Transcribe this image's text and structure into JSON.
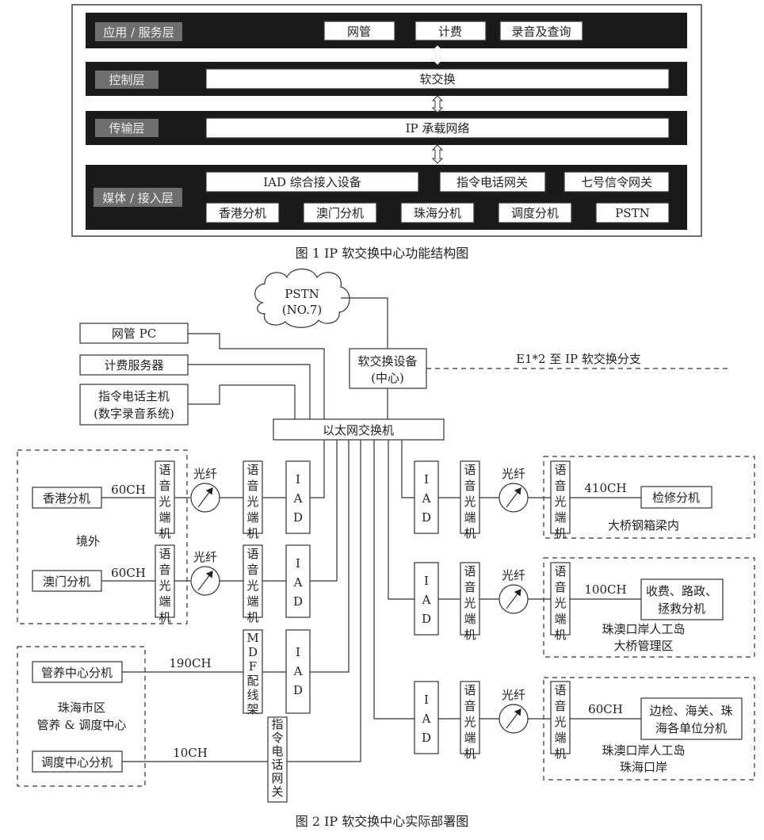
{
  "fig1": {
    "caption": "图 1   IP 软交换中心功能结构图",
    "layers": [
      {
        "label": "应用 / 服务层",
        "boxes": [
          "网管",
          "计费",
          "录音及查询"
        ]
      },
      {
        "label": "控制层",
        "boxes": [
          "软交换"
        ]
      },
      {
        "label": "传输层",
        "boxes": [
          "IP 承载网络"
        ]
      },
      {
        "label": "媒体 / 接入层",
        "boxes": [
          "IAD 综合接入设备",
          "指令电话网关",
          "七号信令网关",
          "香港分机",
          "澳门分机",
          "珠海分机",
          "调度分机",
          "PSTN"
        ]
      }
    ]
  },
  "fig2": {
    "caption": "图 2   IP 软交换中心实际部署图",
    "pstn": [
      "PSTN",
      "(NO.7)"
    ],
    "softswitch": [
      "软交换设备",
      "(中心)"
    ],
    "e1_label": "E1*2 至 IP 软交换分支",
    "wangguan_pc": "网管 PC",
    "billing_server": "计费服务器",
    "command_host": [
      "指令电话主机",
      "(数字录音系统)"
    ],
    "ethernet_switch": "以太网交换机",
    "voice_terminal": "语音光端机",
    "iad": "IAD",
    "fiber": "光纤",
    "mdf": "MDF配线架",
    "cmd_gateway": "指令电话网关",
    "hk_ext": "香港分机",
    "macau_ext": "澳门分机",
    "ch60": "60CH",
    "ch190": "190CH",
    "ch10": "10CH",
    "ch410": "410CH",
    "ch100": "100CH",
    "jingwai": "境外",
    "zhuhai_center": [
      "珠海市区",
      "管养 & 调度中心"
    ],
    "mgmt_center_ext": "管养中心分机",
    "dispatch_center_ext": "调度中心分机",
    "repair_ext": "检修分机",
    "bridge_box_girder": "大桥钢箱梁内",
    "toll_ext": [
      "收费、路政、",
      "拯救分机"
    ],
    "island_mgmt": [
      "珠澳口岸人工岛",
      "大桥管理区"
    ],
    "border_ext": [
      "边检、海关、珠",
      "海各单位分机"
    ],
    "island_port": [
      "珠澳口岸人工岛",
      "珠海口岸"
    ]
  }
}
